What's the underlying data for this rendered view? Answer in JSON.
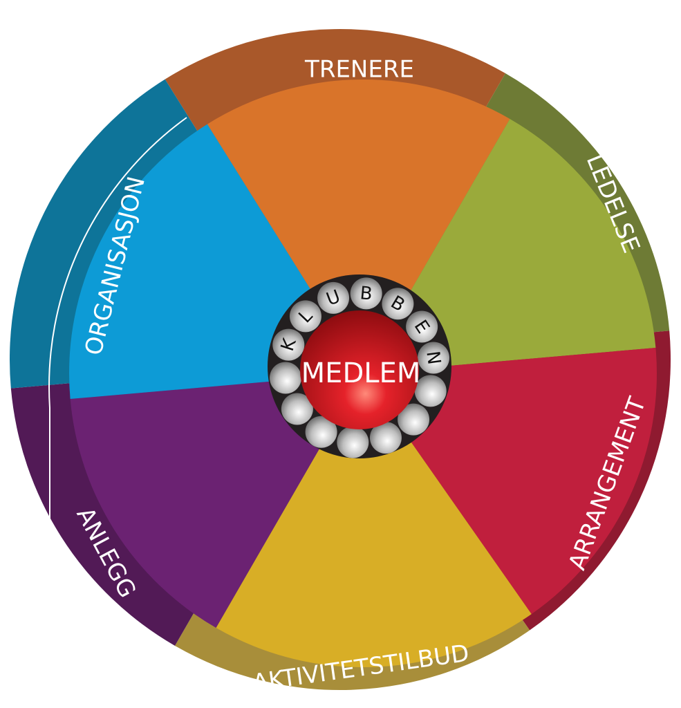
{
  "center": {
    "title": "MEDLEM",
    "ring_text": "KLUBBEN"
  },
  "segments": [
    {
      "label": "TRENERE",
      "color": "#d9742a",
      "rim": "#a9582a"
    },
    {
      "label": "LEDELSE",
      "color": "#9aaa3b",
      "rim": "#6e7b35"
    },
    {
      "label": "ARRANGEMENT",
      "color": "#c01f3d",
      "rim": "#8f1a30"
    },
    {
      "label": "AKTIVITETSTILBUD",
      "color": "#d8ae26",
      "rim": "#a88e3a"
    },
    {
      "label": "ANLEGG",
      "color": "#6b2272",
      "rim": "#521a56"
    },
    {
      "label": "ORGANISASJON",
      "color": "#0d9bd6",
      "rim": "#0e7499"
    }
  ]
}
